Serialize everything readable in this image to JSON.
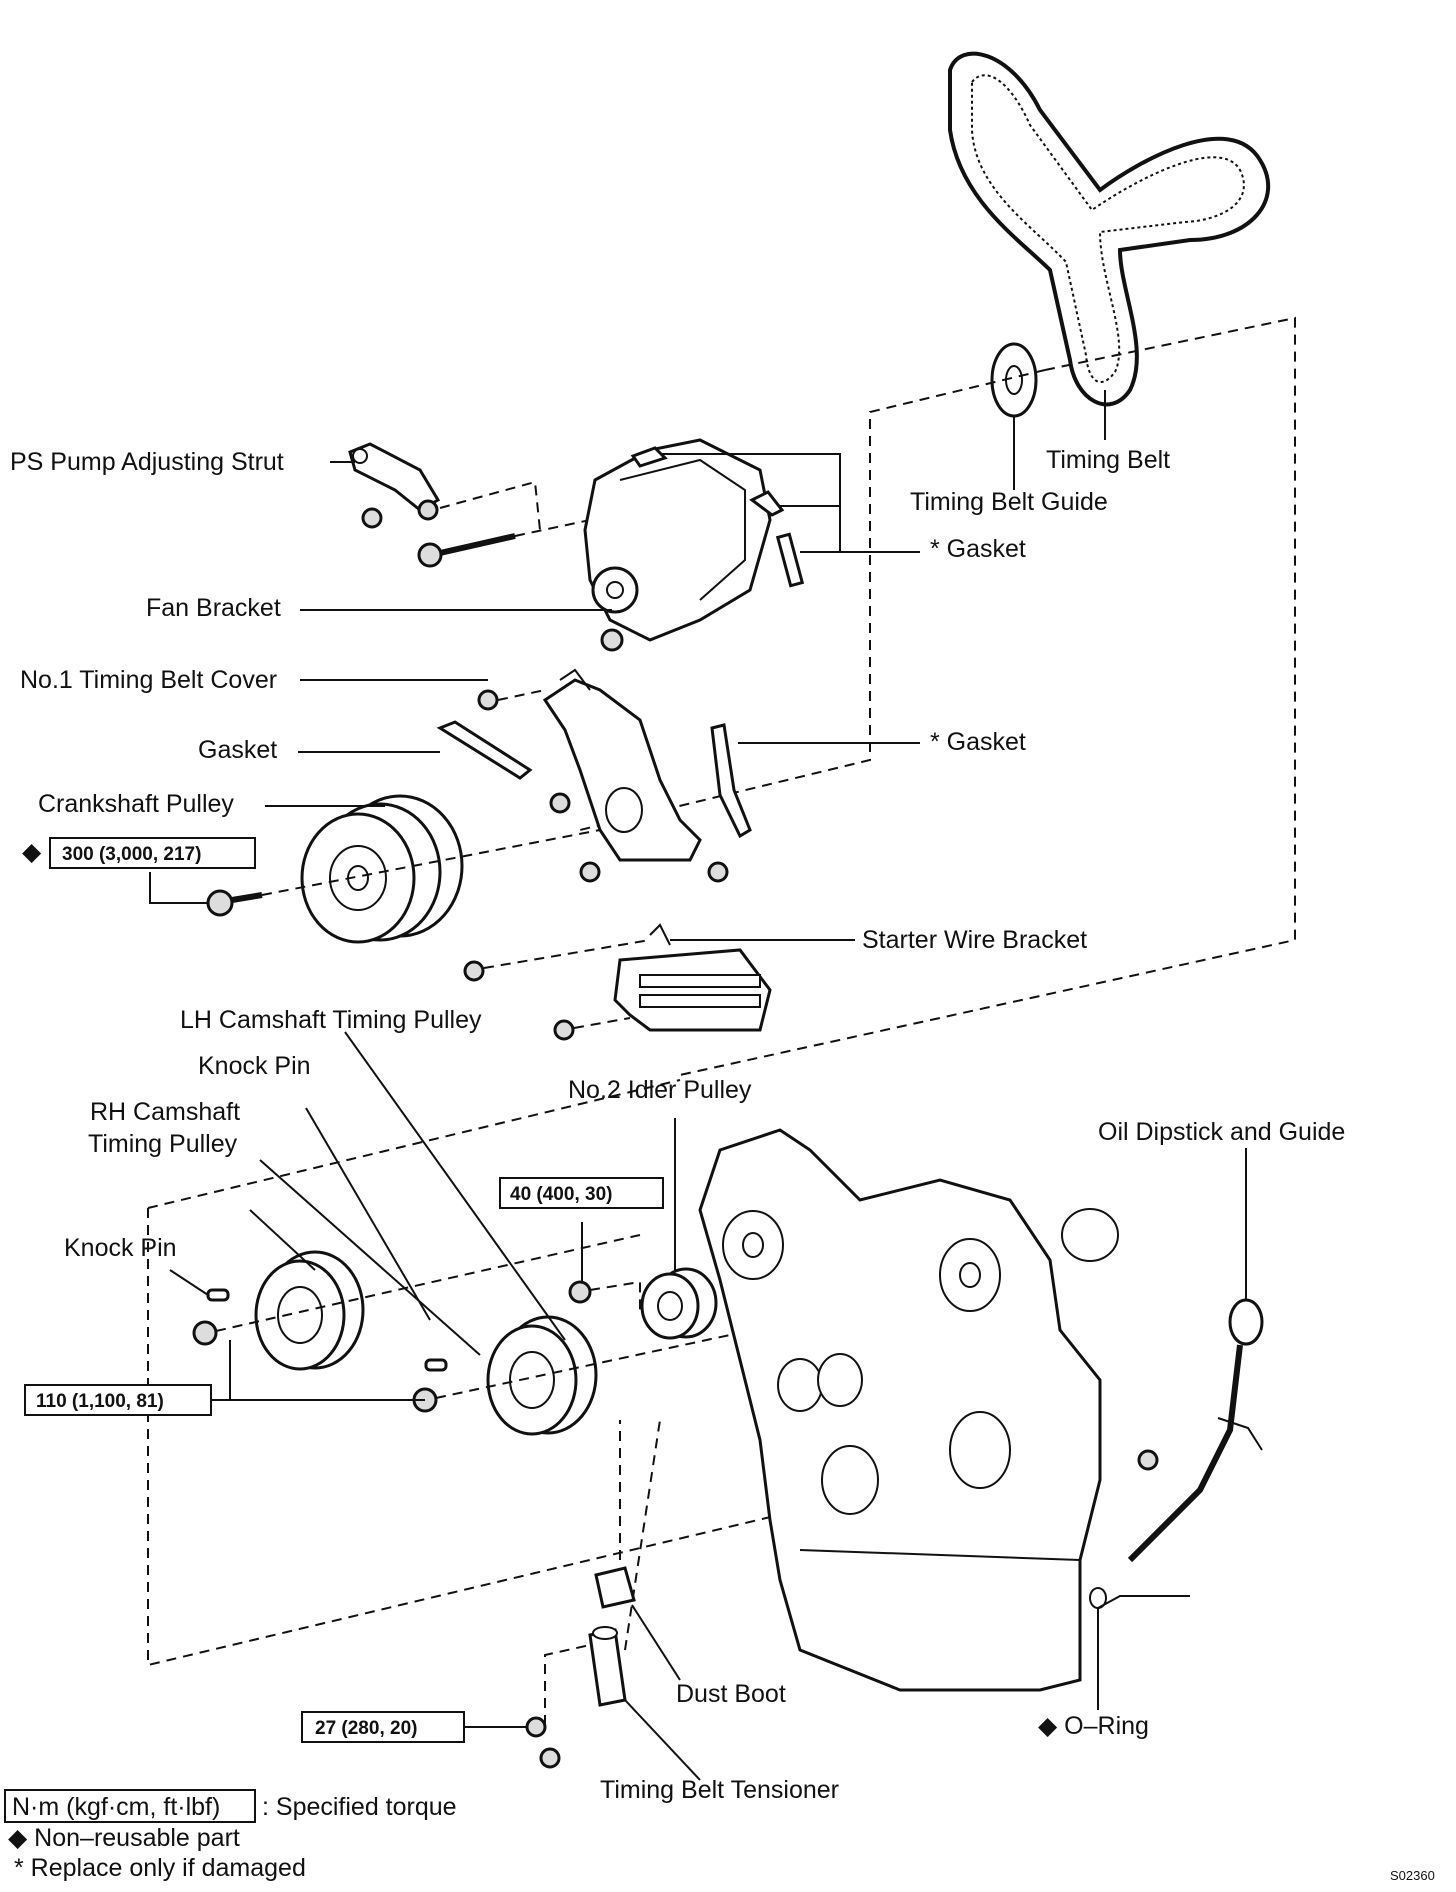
{
  "labels": {
    "timing_belt": "Timing Belt",
    "timing_belt_guide": "Timing Belt Guide",
    "gasket_upper": "* Gasket",
    "ps_pump_strut": "PS Pump Adjusting Strut",
    "fan_bracket": "Fan Bracket",
    "no1_cover": "No.1 Timing Belt Cover",
    "gasket_left": "Gasket",
    "gasket_mid": "* Gasket",
    "crank_pulley": "Crankshaft Pulley",
    "starter_wire_bracket": "Starter Wire Bracket",
    "lh_cam_pulley": "LH Camshaft Timing Pulley",
    "knock_pin_upper": "Knock Pin",
    "rh_cam_pulley_1": "RH Camshaft",
    "rh_cam_pulley_2": "Timing Pulley",
    "no2_idler": "No.2 Idler Pulley",
    "oil_dipstick": "Oil Dipstick and Guide",
    "knock_pin_left": "Knock Pin",
    "dust_boot": "Dust Boot",
    "o_ring": "◆ O–Ring",
    "tensioner": "Timing Belt Tensioner"
  },
  "torques": {
    "crank_bolt": "300 (3,000, 217)",
    "idler_bolt": "40 (400, 30)",
    "cam_bolts": "110 (1,100, 81)",
    "tensioner_bolts": "27 (280, 20)"
  },
  "legend": {
    "unit_box": "N·m (kgf·cm, ft·lbf)",
    "unit_desc": ": Specified torque",
    "nonreusable": "◆ Non–reusable part",
    "replace": "* Replace only if damaged"
  },
  "markers": {
    "diamond": "◆"
  },
  "figure_code": "S02360"
}
